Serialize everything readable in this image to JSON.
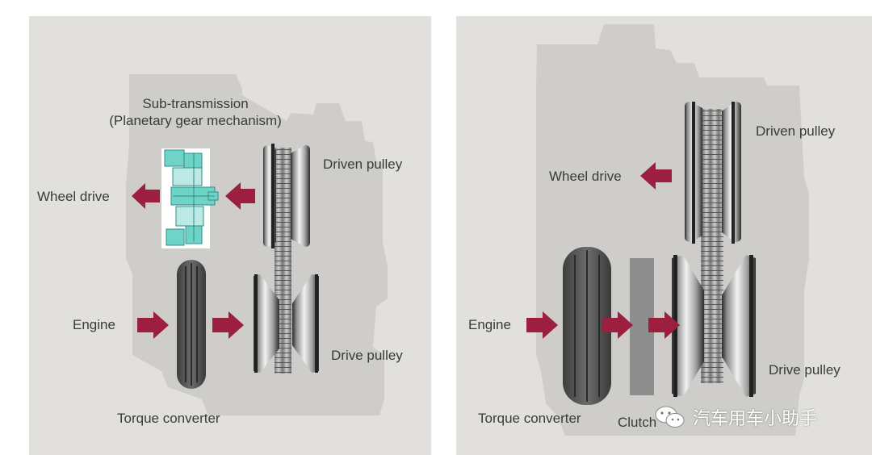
{
  "left_diagram": {
    "subtransmission_line1": "Sub-transmission",
    "subtransmission_line2": "(Planetary gear mechanism)",
    "driven_pulley": "Driven pulley",
    "wheel_drive": "Wheel drive",
    "engine": "Engine",
    "drive_pulley": "Drive pulley",
    "torque_converter": "Torque converter"
  },
  "right_diagram": {
    "driven_pulley": "Driven pulley",
    "wheel_drive": "Wheel drive",
    "engine": "Engine",
    "drive_pulley": "Drive pulley",
    "torque_converter": "Torque converter",
    "clutch": "Clutch"
  },
  "watermark": {
    "text": "汽车用车小助手",
    "icon": "wechat-icon"
  },
  "colors": {
    "background": "#e2e0dc",
    "housing": "#cfcdc9",
    "arrow": "#9c1f3f",
    "converter": "#555555",
    "clutch": "#8e8e8e",
    "gear": "#6fd3c8"
  }
}
